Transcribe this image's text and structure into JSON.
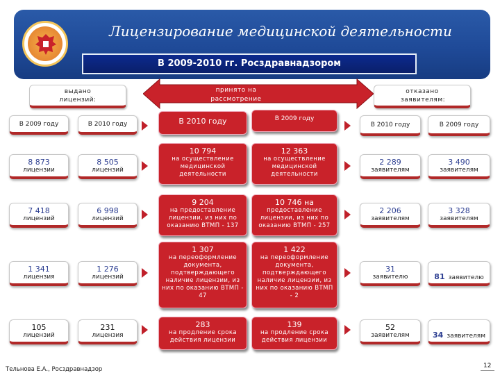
{
  "title": "Лицензирование медицинской деятельности",
  "subtitle": "В 2009-2010 гг. Росздравнадзором",
  "headers": {
    "issued": "выдано лицензий:",
    "accepted": "принято на рассмотрение",
    "refused": "отказано заявителям:"
  },
  "years": {
    "issued_2009": "В 2009 году",
    "issued_2010": "В 2010 году",
    "accepted_2010": "В 2010 году",
    "accepted_2009": "В 2009 году",
    "refused_2010": "В 2010 году",
    "refused_2009": "В 2009 году"
  },
  "rows": [
    {
      "issued_2009": {
        "num": "8 873",
        "unit": "лицензии"
      },
      "issued_2010": {
        "num": "8 505",
        "unit": "лицензий"
      },
      "accepted_2010": {
        "num": "10 794",
        "desc": "на осуществление медицинской деятельности"
      },
      "accepted_2009": {
        "num": "12 363",
        "desc": "на осуществление медицинской деятельности"
      },
      "refused_2010": {
        "num": "2 289",
        "unit": "заявителям"
      },
      "refused_2009": {
        "num": "3 490",
        "unit": "заявителям"
      }
    },
    {
      "issued_2009": {
        "num": "7 418",
        "unit": "лицензий"
      },
      "issued_2010": {
        "num": "6 998",
        "unit": "лицензий"
      },
      "accepted_2010": {
        "num": "9 204",
        "desc": "на предоставление лицензии, из них по оказанию ВТМП - 137"
      },
      "accepted_2009": {
        "num": "10 746 на",
        "desc": "предоставление лицензии, из них по оказанию ВТМП - 257"
      },
      "refused_2010": {
        "num": "2 206",
        "unit": "заявителям"
      },
      "refused_2009": {
        "num": "3 328",
        "unit": "заявителям"
      }
    },
    {
      "issued_2009": {
        "num": "1 341",
        "unit": "лицензия"
      },
      "issued_2010": {
        "num": "1 276",
        "unit": "лицензий"
      },
      "accepted_2010": {
        "num": "1 307",
        "desc": "на переоформление документа, подтверждающего наличие лицензии, из них по оказанию ВТМП - 47"
      },
      "accepted_2009": {
        "num": "1 422",
        "desc": "на переоформление документа, подтверждающего наличие лицензии, из них по оказанию ВТМП - 2"
      },
      "refused_2010": {
        "num": "31",
        "unit": "заявителю"
      },
      "refused_2009": {
        "num": "81",
        "unit": "заявителю"
      }
    },
    {
      "issued_2009": {
        "num": "105",
        "unit": "лицензий"
      },
      "issued_2010": {
        "num": "231",
        "unit": "лицензия"
      },
      "accepted_2010": {
        "num": "283",
        "desc": "на продление срока действия лицензии"
      },
      "accepted_2009": {
        "num": "139",
        "desc": "на продление срока действия лицензии"
      },
      "refused_2010": {
        "num": "52",
        "unit": "заявителям"
      },
      "refused_2009": {
        "num": "34",
        "unit": "заявителям"
      }
    }
  ],
  "footer": "Тельнова Е.А., Росздравнадзор",
  "page_number": "12",
  "colors": {
    "banner": "#1f4a98",
    "accent_red": "#c9222a",
    "number_blue": "#2c3e91"
  },
  "icons": {
    "emblem": "coat-of-arms-icon"
  }
}
